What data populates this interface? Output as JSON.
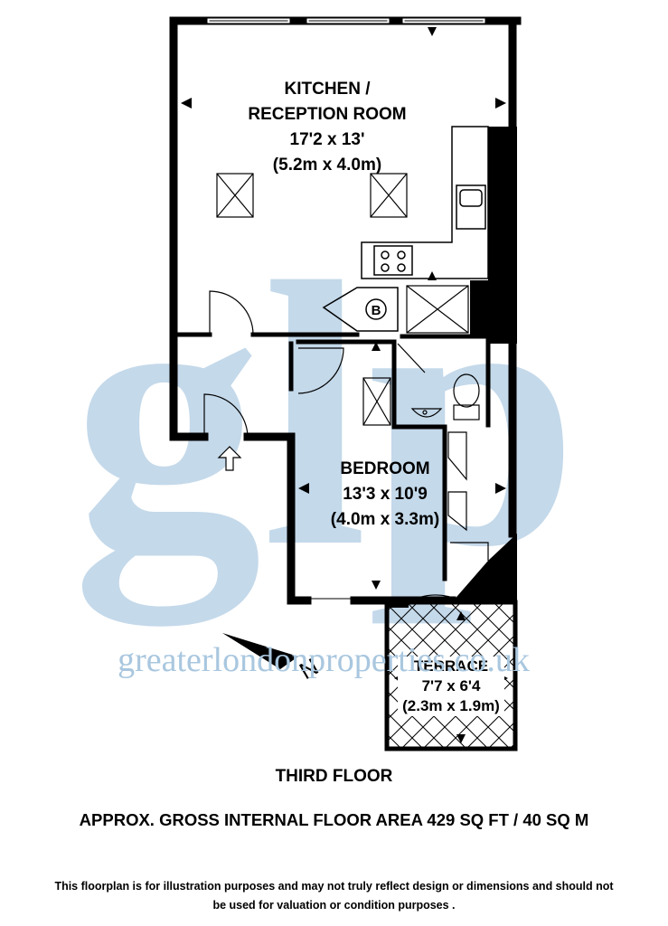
{
  "watermark": {
    "logo_letters": "glp",
    "website": "greaterlondonproperties.co.uk"
  },
  "rooms": {
    "kitchen": {
      "name_line1": "KITCHEN /",
      "name_line2": "RECEPTION ROOM",
      "imperial": "17'2 x 13'",
      "metric": "(5.2m x 4.0m)"
    },
    "bedroom": {
      "name": "BEDROOM",
      "imperial": "13'3 x 10'9",
      "metric": "(4.0m x 3.3m)"
    },
    "terrace": {
      "name": "TERRACE",
      "imperial": "7'7 x 6'4",
      "metric": "(2.3m x 1.9m)"
    },
    "boiler_symbol": "B"
  },
  "compass_letter": "N",
  "floor_title": "THIRD FLOOR",
  "area_text": "APPROX. GROSS INTERNAL FLOOR AREA 429 SQ FT / 40 SQ M",
  "disclaimer": {
    "line1": "This floorplan is for illustration purposes and may not truly reflect design or dimensions and should not",
    "line2": "be used for valuation or condition purposes  ."
  }
}
